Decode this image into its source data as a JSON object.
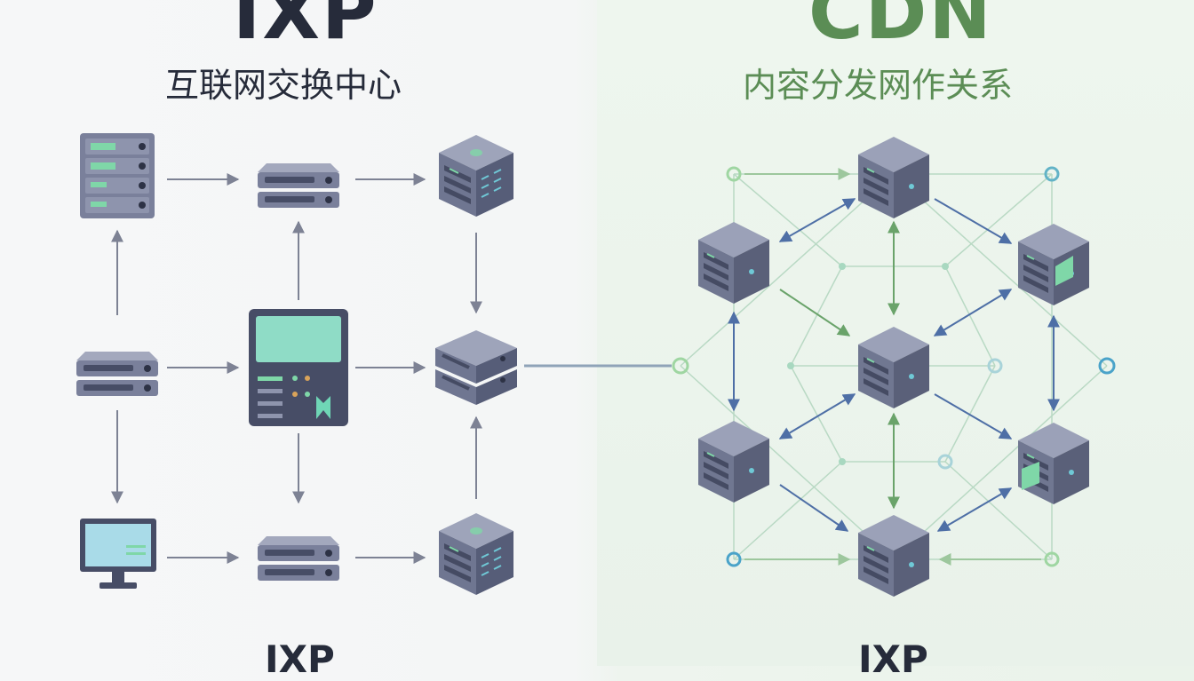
{
  "left_panel": {
    "title": "IXP",
    "subtitle": "互联网交换中心",
    "footer": "IXP"
  },
  "right_panel": {
    "title": "CDN",
    "subtitle": "内容分发网作关系",
    "footer": "IXP"
  },
  "colors": {
    "ixp_title": "#262b3a",
    "cdn_title": "#5b8d55",
    "device_body": "#7c829d",
    "device_dark": "#474d66",
    "accent_green": "#7fd7a8",
    "arrow_gray": "#7d8294",
    "arrow_blue": "#4e6fa6",
    "arrow_green": "#6aa36a"
  },
  "icons": [
    "rack-server-icon",
    "server-unit-icon",
    "cube-server-icon",
    "exchange-panel-icon",
    "monitor-icon",
    "network-node-icon"
  ]
}
